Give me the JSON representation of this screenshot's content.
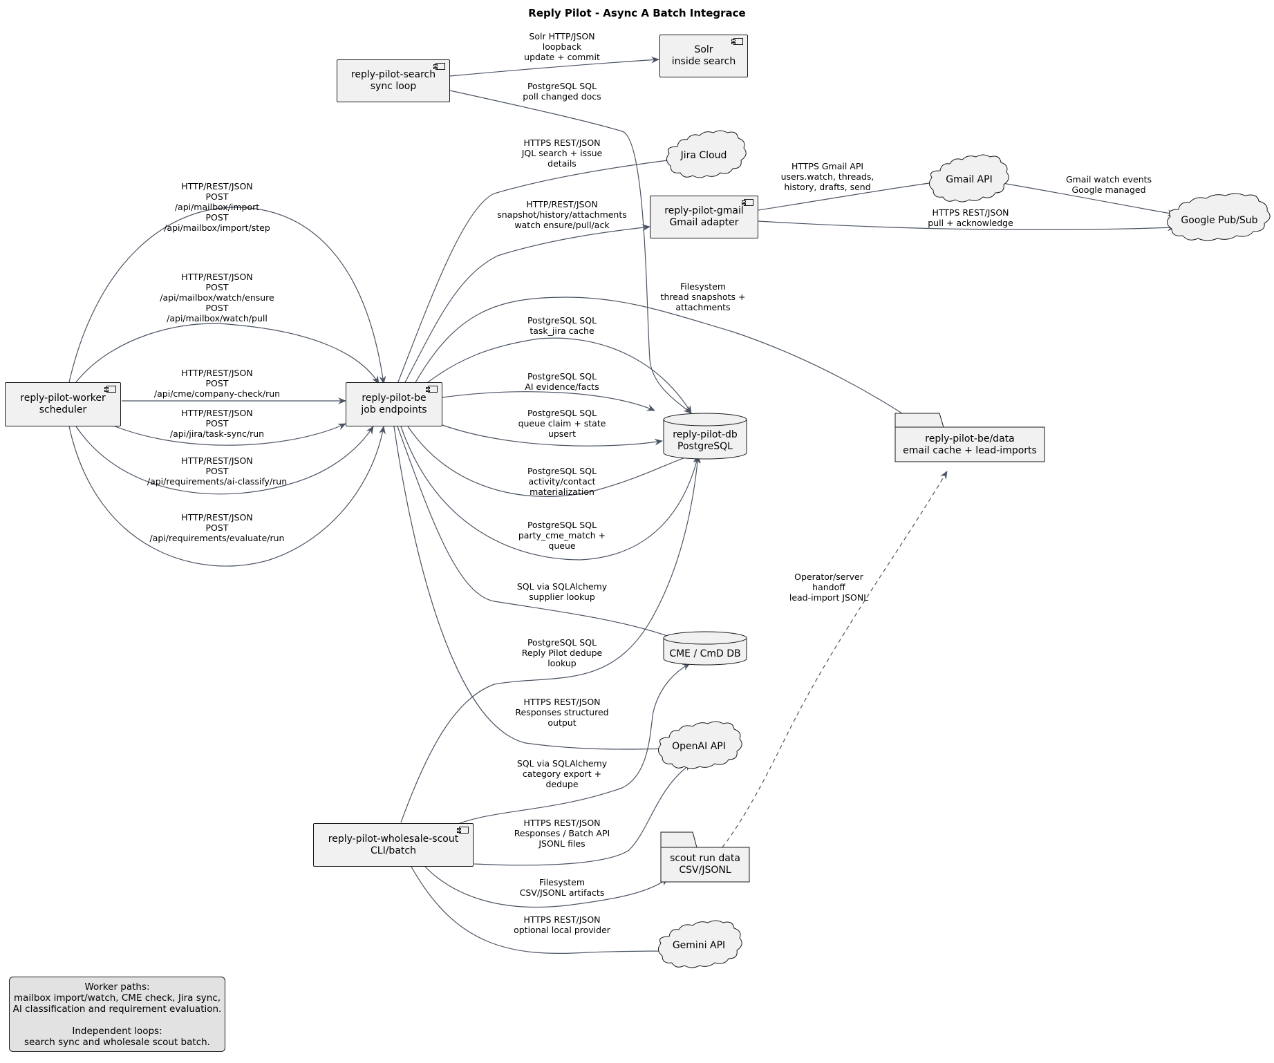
{
  "title": "Reply Pilot - Async A Batch Integrace",
  "nodes": {
    "worker": {
      "lines": [
        "reply-pilot-worker",
        "scheduler"
      ]
    },
    "be": {
      "lines": [
        "reply-pilot-be",
        "job endpoints"
      ]
    },
    "search": {
      "lines": [
        "reply-pilot-search",
        "sync loop"
      ]
    },
    "solr": {
      "lines": [
        "Solr",
        "inside search"
      ]
    },
    "jira": {
      "lines": [
        "Jira Cloud"
      ]
    },
    "gmail_adapter": {
      "lines": [
        "reply-pilot-gmail",
        "Gmail adapter"
      ]
    },
    "gmail_api": {
      "lines": [
        "Gmail API"
      ]
    },
    "pubsub": {
      "lines": [
        "Google Pub/Sub"
      ]
    },
    "db": {
      "lines": [
        "reply-pilot-db",
        "PostgreSQL"
      ]
    },
    "be_data": {
      "lines": [
        "reply-pilot-be/data",
        "email cache + lead-imports"
      ]
    },
    "cme_db": {
      "lines": [
        "CME / CmD DB"
      ]
    },
    "openai": {
      "lines": [
        "OpenAI API"
      ]
    },
    "scout": {
      "lines": [
        "reply-pilot-wholesale-scout",
        "CLI/batch"
      ]
    },
    "scout_data": {
      "lines": [
        "scout run data",
        "CSV/JSONL"
      ]
    },
    "gemini": {
      "lines": [
        "Gemini API"
      ]
    }
  },
  "edges": [
    {
      "from": "search",
      "to": "solr",
      "lines": [
        "Solr HTTP/JSON",
        "loopback",
        "update + commit"
      ]
    },
    {
      "from": "search",
      "to": "db",
      "lines": [
        "PostgreSQL SQL",
        "poll changed docs"
      ]
    },
    {
      "from": "be",
      "to": "jira",
      "lines": [
        "HTTPS REST/JSON",
        "JQL search + issue",
        "details"
      ]
    },
    {
      "from": "gmail_adapter",
      "to": "gmail_api",
      "lines": [
        "HTTPS Gmail API",
        "users.watch, threads,",
        "history, drafts, send"
      ]
    },
    {
      "from": "gmail_api",
      "to": "pubsub",
      "lines": [
        "Gmail watch events",
        "Google managed"
      ]
    },
    {
      "from": "gmail_adapter",
      "to": "pubsub",
      "lines": [
        "HTTPS REST/JSON",
        "pull + acknowledge"
      ]
    },
    {
      "from": "be",
      "to": "gmail_adapter",
      "lines": [
        "HTTP/REST/JSON",
        "snapshot/history/attachments",
        "watch ensure/pull/ack"
      ]
    },
    {
      "from": "worker",
      "to": "be",
      "lines": [
        "HTTP/REST/JSON",
        "POST",
        "/api/mailbox/import",
        "POST",
        "/api/mailbox/import/step"
      ]
    },
    {
      "from": "worker",
      "to": "be",
      "lines": [
        "HTTP/REST/JSON",
        "POST",
        "/api/mailbox/watch/ensure",
        "POST",
        "/api/mailbox/watch/pull"
      ]
    },
    {
      "from": "be",
      "to": "be_data",
      "lines": [
        "Filesystem",
        "thread snapshots +",
        "attachments"
      ]
    },
    {
      "from": "be",
      "to": "db",
      "lines": [
        "PostgreSQL SQL",
        "task_jira cache"
      ]
    },
    {
      "from": "worker",
      "to": "be",
      "lines": [
        "HTTP/REST/JSON",
        "POST",
        "/api/cme/company-check/run"
      ]
    },
    {
      "from": "be",
      "to": "db",
      "lines": [
        "PostgreSQL SQL",
        "AI evidence/facts"
      ]
    },
    {
      "from": "worker",
      "to": "be",
      "lines": [
        "HTTP/REST/JSON",
        "POST",
        "/api/jira/task-sync/run"
      ]
    },
    {
      "from": "be",
      "to": "db",
      "lines": [
        "PostgreSQL SQL",
        "queue claim + state",
        "upsert"
      ]
    },
    {
      "from": "worker",
      "to": "be",
      "lines": [
        "HTTP/REST/JSON",
        "POST",
        "/api/requirements/ai-classify/run"
      ]
    },
    {
      "from": "be",
      "to": "db",
      "lines": [
        "PostgreSQL SQL",
        "activity/contact",
        "materialization"
      ]
    },
    {
      "from": "worker",
      "to": "be",
      "lines": [
        "HTTP/REST/JSON",
        "POST",
        "/api/requirements/evaluate/run"
      ]
    },
    {
      "from": "be",
      "to": "db",
      "lines": [
        "PostgreSQL SQL",
        "party_cme_match +",
        "queue"
      ]
    },
    {
      "from": "scout_data",
      "to": "be_data",
      "lines": [
        "Operator/server",
        "handoff",
        "lead-import JSONL"
      ]
    },
    {
      "from": "be",
      "to": "cme_db",
      "lines": [
        "SQL via SQLAlchemy",
        "supplier lookup"
      ]
    },
    {
      "from": "scout",
      "to": "db",
      "lines": [
        "PostgreSQL SQL",
        "Reply Pilot dedupe",
        "lookup"
      ]
    },
    {
      "from": "be",
      "to": "openai",
      "lines": [
        "HTTPS REST/JSON",
        "Responses structured",
        "output"
      ]
    },
    {
      "from": "scout",
      "to": "cme_db",
      "lines": [
        "SQL via SQLAlchemy",
        "category export +",
        "dedupe"
      ]
    },
    {
      "from": "scout",
      "to": "openai",
      "lines": [
        "HTTPS REST/JSON",
        "Responses / Batch API",
        "JSONL files"
      ]
    },
    {
      "from": "scout",
      "to": "scout_data",
      "lines": [
        "Filesystem",
        "CSV/JSONL artifacts"
      ]
    },
    {
      "from": "scout",
      "to": "gemini",
      "lines": [
        "HTTPS REST/JSON",
        "optional local provider"
      ]
    }
  ],
  "note": {
    "lines": [
      "Worker paths:",
      "mailbox import/watch, CME check, Jira sync,",
      "AI classification and requirement evaluation.",
      "",
      "Independent loops:",
      "search sync and wholesale scout batch."
    ]
  },
  "colors": {
    "edge": "#4a5363",
    "node_fill": "#f1f1f1",
    "node_border": "#181818",
    "note_fill": "#e2e2e2"
  }
}
